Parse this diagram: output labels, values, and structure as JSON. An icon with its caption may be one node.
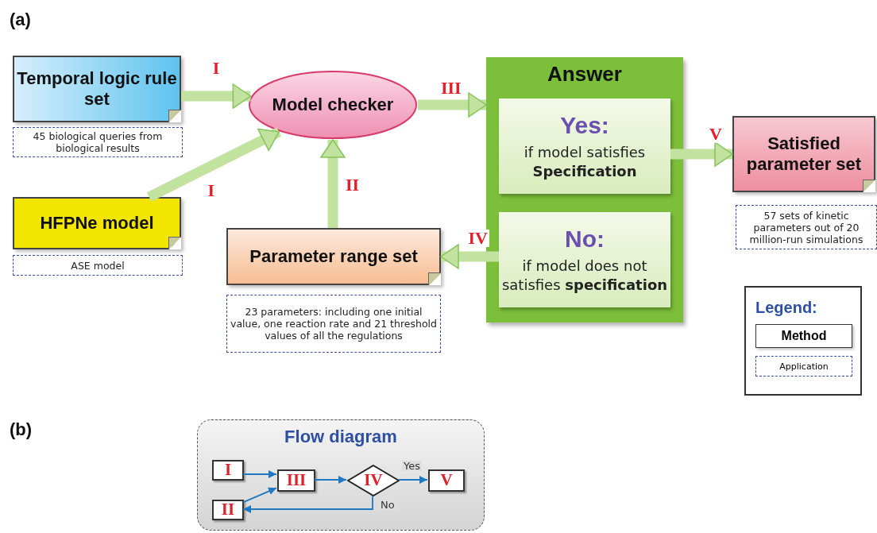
{
  "diagram": {
    "nodes": [
      {
        "text": [
          "Temporal logic rule set"
        ],
        "beside": [
          "45 biological queries from biological results"
        ]
      },
      {
        "text": [
          "Model checker"
        ]
      },
      {
        "text": [
          "HFPNe model"
        ],
        "beside": [
          "ASE model"
        ]
      },
      {
        "text": [
          "Parameter range set"
        ],
        "beside": [
          "23 parameters: including one initial value, one reaction rate and 21 threshold values of all the regulations"
        ]
      },
      {
        "text": [
          "Answer"
        ]
      },
      {
        "text": [
          "Yes:",
          "if model satisfies **Specification**"
        ],
        "in": 4
      },
      {
        "text": [
          "No:",
          "if model does not satisfies **specification**"
        ],
        "in": 4
      },
      {
        "text": [
          "Satisfied parameter set"
        ],
        "beside": [
          "57 sets of kinetic parameters out of 20 million-run simulations"
        ]
      },
      {
        "text": [
          "Flow diagram"
        ]
      },
      {
        "text": [
          "I"
        ],
        "in": 8
      },
      {
        "text": [
          "II"
        ],
        "in": 8
      },
      {
        "text": [
          "III"
        ],
        "in": 8
      },
      {
        "text": [
          "IV"
        ],
        "in": 8
      },
      {
        "text": [
          "V"
        ],
        "in": 8
      }
    ],
    "edges": [
      {
        "from": 0,
        "to": 1,
        "arrow": "to",
        "label": "I"
      },
      {
        "from": 2,
        "to": 1,
        "arrow": "to",
        "label": "I"
      },
      {
        "from": 3,
        "to": 1,
        "arrow": "to",
        "label": "II"
      },
      {
        "from": 1,
        "to": 4,
        "arrow": "to",
        "label": "III"
      },
      {
        "from": 5,
        "to": 7,
        "arrow": "to",
        "label": "V"
      },
      {
        "from": 6,
        "to": 3,
        "arrow": "to",
        "label": "IV"
      },
      {
        "from": 9,
        "to": 11,
        "arrow": "to",
        "color": "#1f78c1"
      },
      {
        "from": 10,
        "to": 11,
        "arrow": "to",
        "color": "#1f78c1"
      },
      {
        "from": 11,
        "to": 12,
        "arrow": "to",
        "color": "#1f78c1"
      },
      {
        "from": 12,
        "to": 13,
        "arrow": "to",
        "label": "Yes",
        "color": "#1f78c1"
      },
      {
        "from": 12,
        "to": 10,
        "arrow": "to",
        "label": "No",
        "color": "#1f78c1"
      }
    ],
    "labels": [
      "(a)",
      "Legend:",
      "(b)"
    ],
    "legend": [
      {
        "text": "Method"
      },
      {
        "text": "Application"
      }
    ]
  }
}
